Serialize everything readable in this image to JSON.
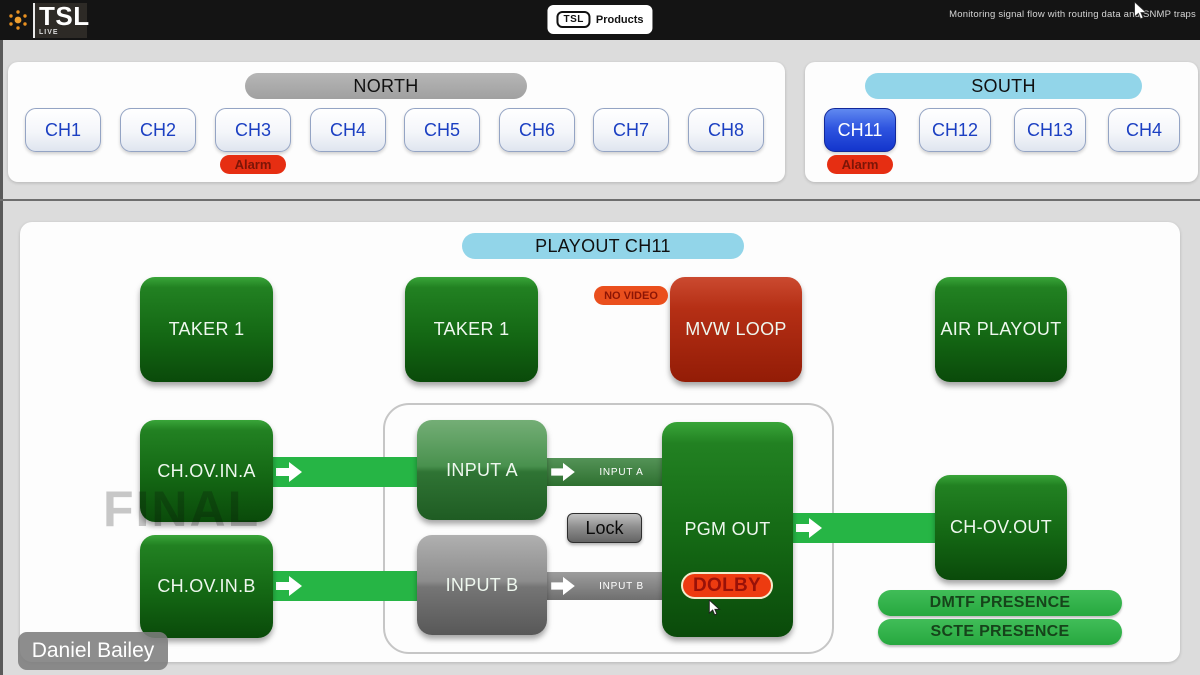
{
  "topbar": {
    "brand": "TSL",
    "brand_sub": "LIVE",
    "badge_logo": "TSL",
    "badge_label": "Products",
    "status_text": "Monitoring signal flow with routing data and SNMP traps"
  },
  "north": {
    "title": "NORTH",
    "alarm_label": "Alarm",
    "channels": [
      {
        "label": "CH1",
        "selected": false,
        "alarm": false
      },
      {
        "label": "CH2",
        "selected": false,
        "alarm": false
      },
      {
        "label": "CH3",
        "selected": false,
        "alarm": true
      },
      {
        "label": "CH4",
        "selected": false,
        "alarm": false
      },
      {
        "label": "CH5",
        "selected": false,
        "alarm": false
      },
      {
        "label": "CH6",
        "selected": false,
        "alarm": false
      },
      {
        "label": "CH7",
        "selected": false,
        "alarm": false
      },
      {
        "label": "CH8",
        "selected": false,
        "alarm": false
      }
    ]
  },
  "south": {
    "title": "SOUTH",
    "alarm_label": "Alarm",
    "channels": [
      {
        "label": "CH11",
        "selected": true,
        "alarm": true
      },
      {
        "label": "CH12",
        "selected": false,
        "alarm": false
      },
      {
        "label": "CH13",
        "selected": false,
        "alarm": false
      },
      {
        "label": "CH4",
        "selected": false,
        "alarm": false
      }
    ]
  },
  "playout": {
    "title": "PLAYOUT CH11",
    "taker1_left": "TAKER 1",
    "taker1_mid": "TAKER 1",
    "no_video": "NO VIDEO",
    "mvw_loop": "MVW LOOP",
    "air_playout": "AIR PLAYOUT",
    "ch_ov_in_a": "CH.OV.IN.A",
    "ch_ov_in_b": "CH.OV.IN.B",
    "input_a": "INPUT A",
    "input_b": "INPUT B",
    "wire_label_a": "INPUT A",
    "wire_label_b": "INPUT B",
    "lock": "Lock",
    "pgm_out": "PGM OUT",
    "dolby": "DOLBY",
    "ch_ov_out": "CH-OV.OUT",
    "dmtf": "DMTF PRESENCE",
    "scte": "SCTE PRESENCE",
    "watermark": "FINAL"
  },
  "overlay_name": "Daniel Bailey",
  "colors": {
    "flow_green": "#26b545",
    "node_green_dark": "#0a4a0a",
    "error_red": "#b52f15",
    "alarm_red": "#e62e12",
    "selected_blue": "#2f55e0",
    "header_blue": "#92d5e9",
    "header_gray": "#ababab",
    "topbar_black": "#141414"
  }
}
